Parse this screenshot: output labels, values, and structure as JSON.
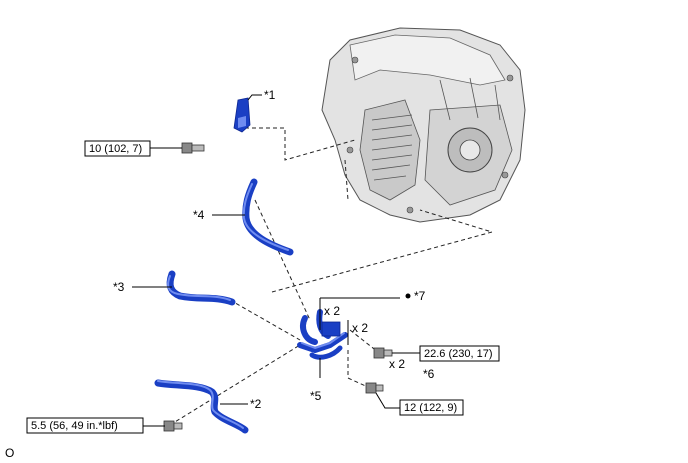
{
  "callouts": {
    "c1": "*1",
    "c2": "*2",
    "c3": "*3",
    "c4": "*4",
    "c5": "*5",
    "c6": "*6",
    "c7": "*7"
  },
  "torque": {
    "t1": "10 (102, 7)",
    "t2": "22.6 (230, 17)",
    "t3": "12 (122, 9)",
    "t4": "5.5 (56, 49 in.*lbf)"
  },
  "qty": {
    "q1": "x 2",
    "q2": "x 2",
    "q3": "x 2"
  },
  "figure_code": "O",
  "colors": {
    "hose": "#1a3fc4",
    "hose_highlight": "#6f8cf0",
    "transaxle": "#dcdcdc"
  }
}
